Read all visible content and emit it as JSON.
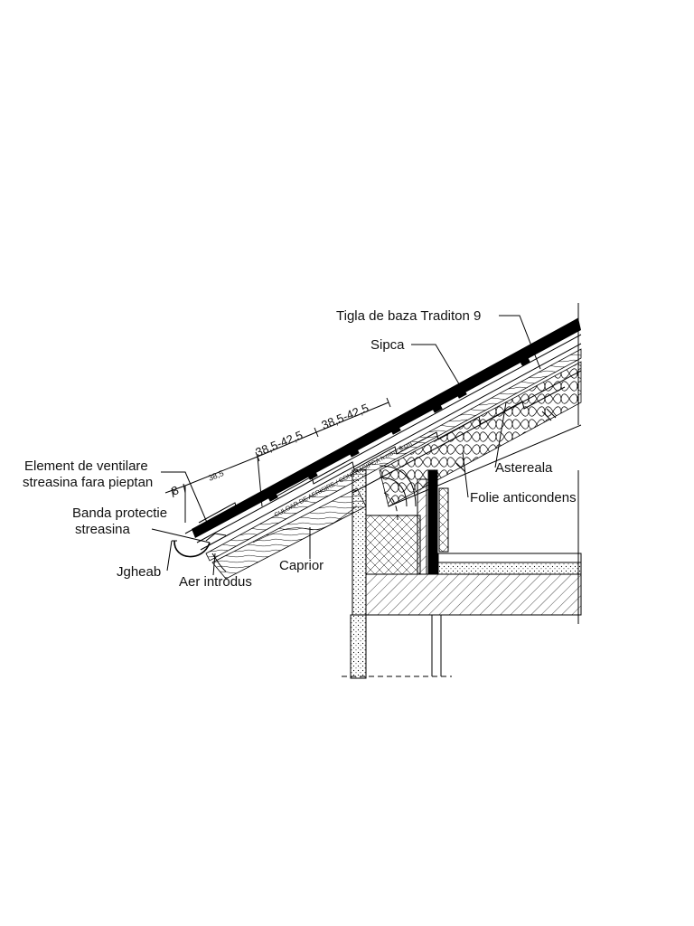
{
  "labels": {
    "tigla": "Tigla de baza Traditon 9",
    "sipca": "Sipca",
    "element_line1": "Element de ventilare",
    "element_line2": "streasina fara pieptan",
    "banda_line1": "Banda protectie",
    "banda_line2": "streasina",
    "jgheab": "Jgheab",
    "aer": "Aer introdus",
    "caprior": "Caprior",
    "astereala": "Astereala",
    "folie": "Folie anticondens"
  },
  "dimensions": {
    "d8": "8",
    "d385": "38,5",
    "d1": "38,5-42,5",
    "d2": "38,5-42,5"
  },
  "roof_text": "CULOAR DE AERISIRE / CONTRASIPCA h min= 6 cm"
}
